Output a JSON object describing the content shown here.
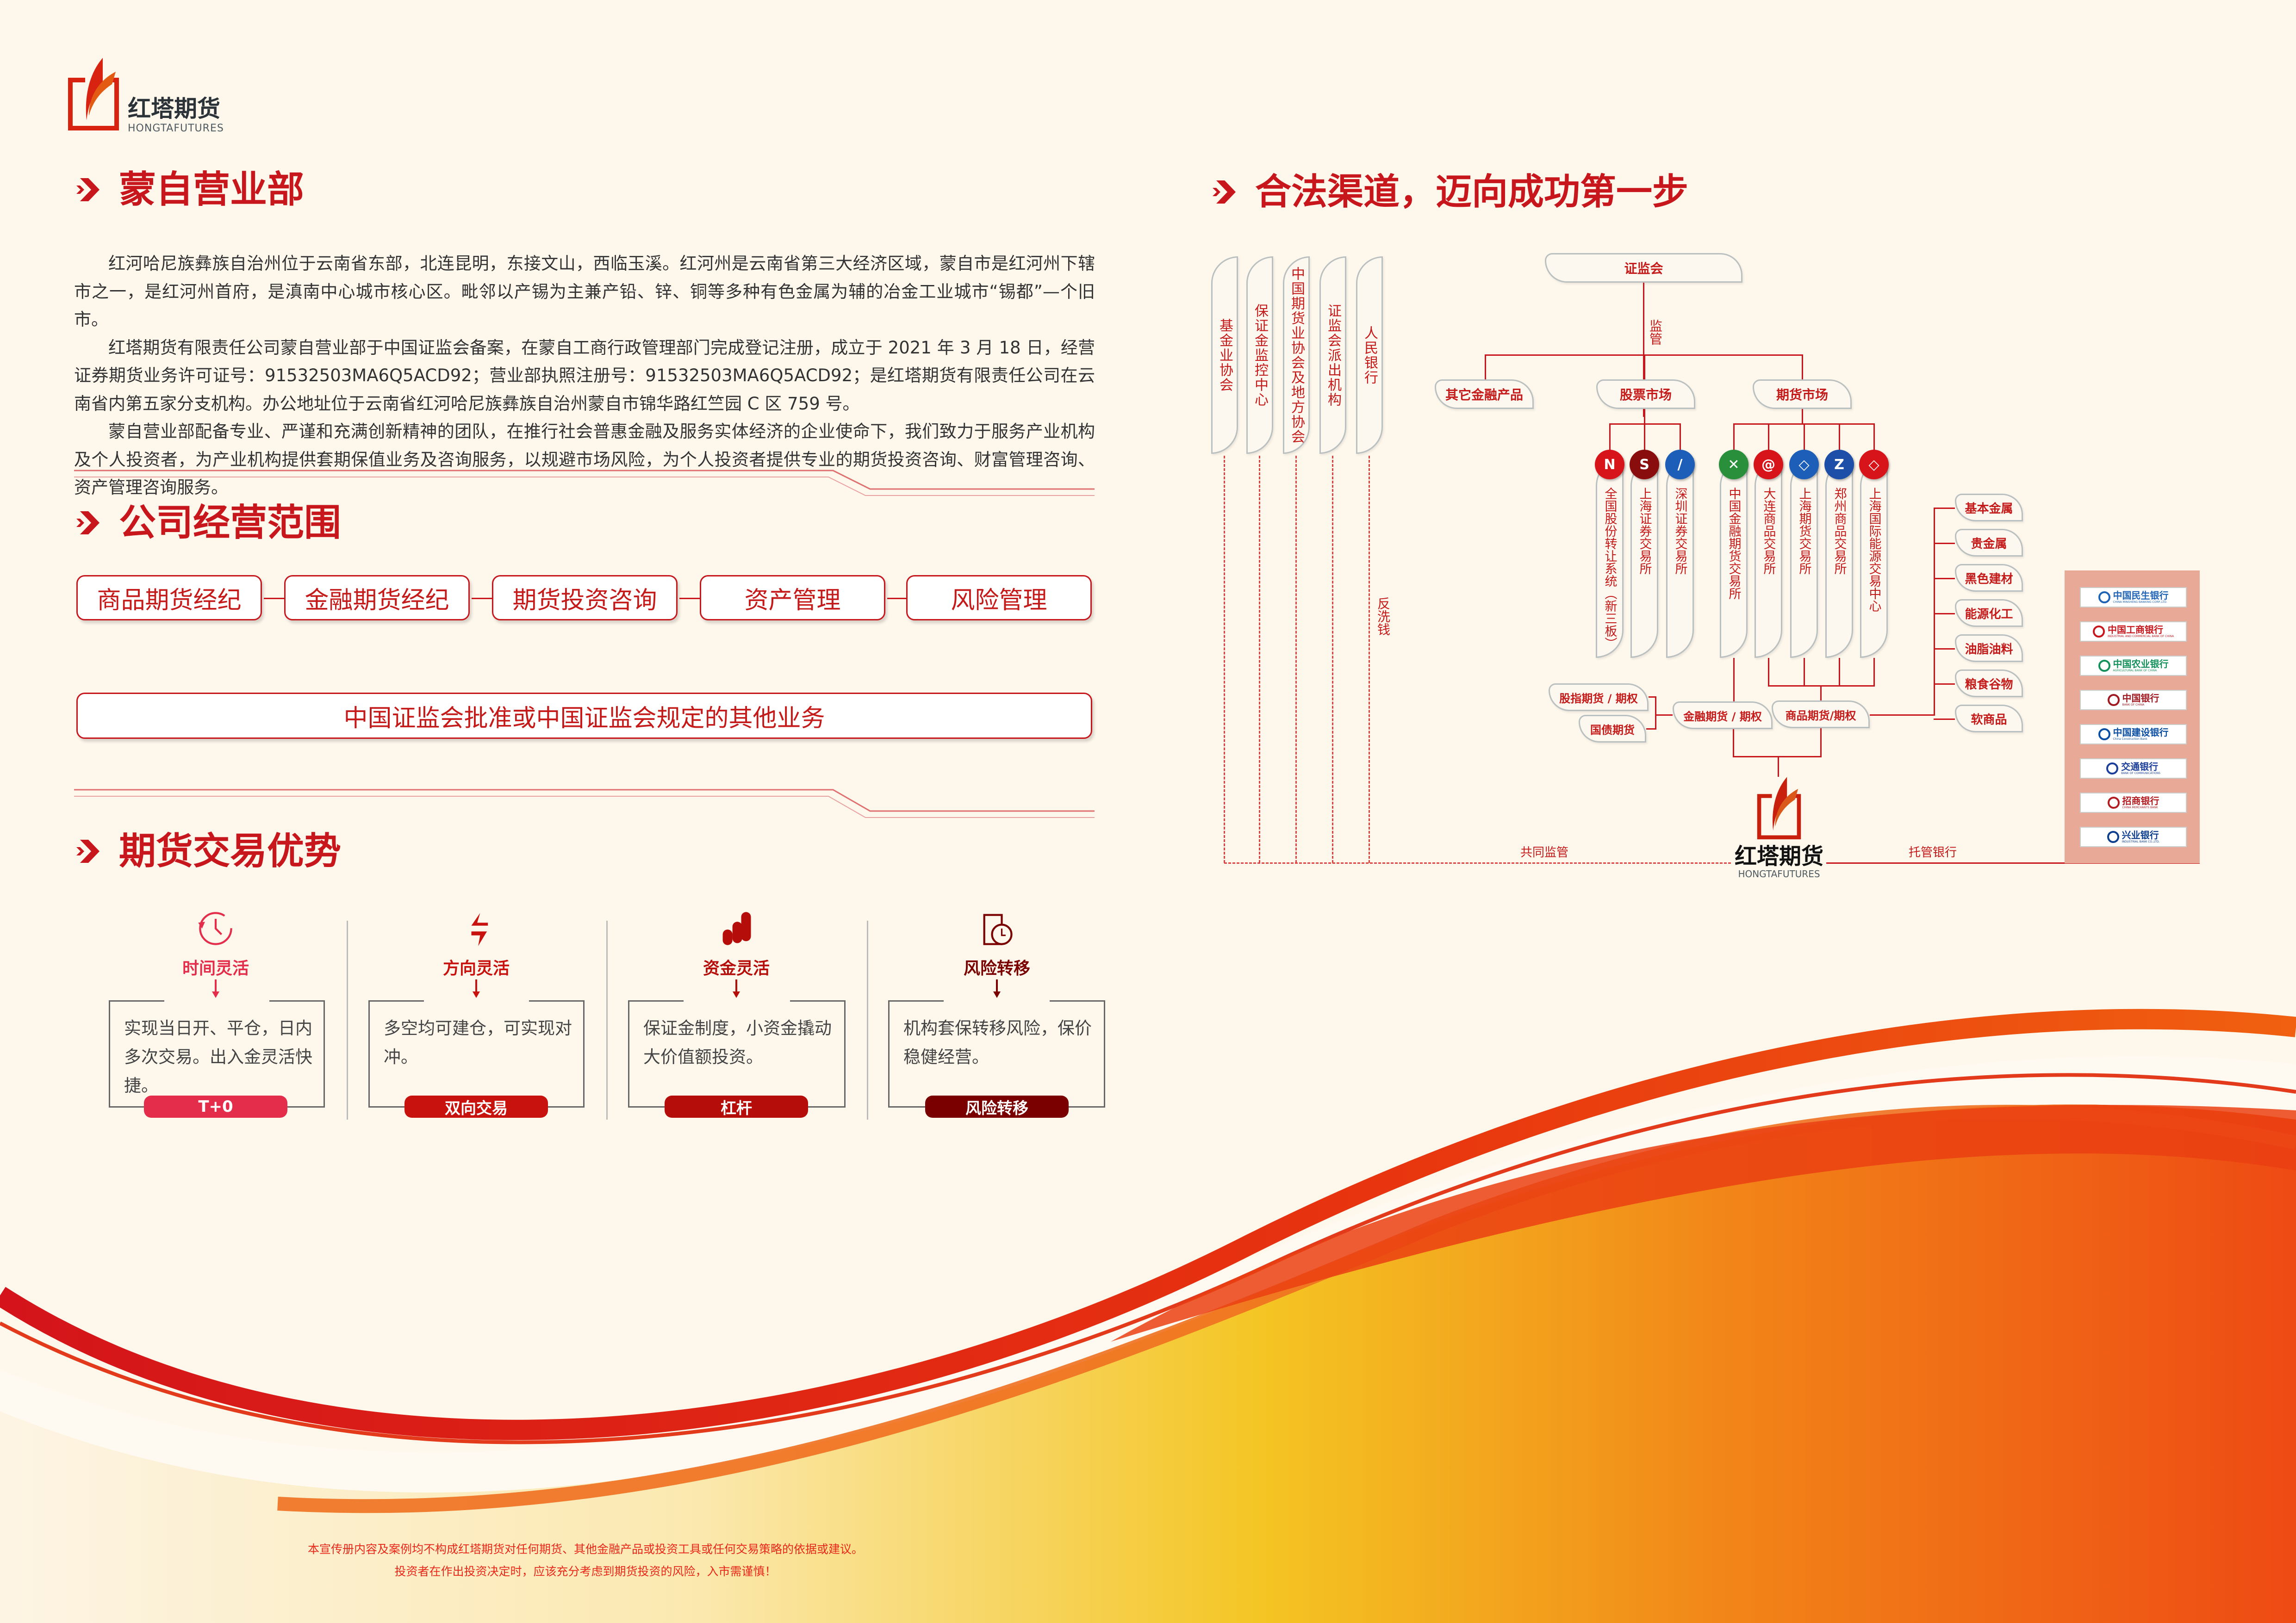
{
  "brand": {
    "name_zh": "红塔期货",
    "name_en": "HONGTAFUTURES",
    "red": "#c8161d",
    "orange": "#e35a13"
  },
  "branch": {
    "title": "蒙自营业部",
    "paragraphs": [
      "红河哈尼族彝族自治州位于云南省东部，北连昆明，东接文山，西临玉溪。红河州是云南省第三大经济区域，蒙自市是红河州下辖市之一，是红河州首府，是滇南中心城市核心区。毗邻以产锡为主兼产铅、锌、铜等多种有色金属为辅的冶金工业城市“锡都”—个旧市。",
      "红塔期货有限责任公司蒙自营业部于中国证监会备案，在蒙自工商行政管理部门完成登记注册，成立于 2021 年 3 月 18 日，经营证券期货业务许可证号：91532503MA6Q5ACD92；营业部执照注册号：91532503MA6Q5ACD92；是红塔期货有限责任公司在云南省内第五家分支机构。办公地址位于云南省红河哈尼族彝族自治州蒙自市锦华路红竺园 C 区 759 号。",
      "蒙自营业部配备专业、严谨和充满创新精神的团队，在推行社会普惠金融及服务实体经济的企业使命下，我们致力于服务产业机构及个人投资者，为产业机构提供套期保值业务及咨询服务，以规避市场风险，为个人投资者提供专业的期货投资咨询、财富管理咨询、资产管理咨询服务。"
    ]
  },
  "scope": {
    "title": "公司经营范围",
    "items": [
      "商品期货经纪",
      "金融期货经纪",
      "期货投资咨询",
      "资产管理",
      "风险管理"
    ],
    "other": "中国证监会批准或中国证监会规定的其他业务"
  },
  "advantages": {
    "title": "期货交易优势",
    "items": [
      {
        "icon": "clock-icon",
        "title": "时间灵活",
        "text": "实现当日开、平仓，日内多次交易。出入金灵活快捷。",
        "badge": "T+0",
        "color": "#e42d4a"
      },
      {
        "icon": "two-way-arrows-icon",
        "title": "方向灵活",
        "text": "多空均可建仓，可实现对冲。",
        "badge": "双向交易",
        "color": "#c8120e"
      },
      {
        "icon": "coins-stack-icon",
        "title": "资金灵活",
        "text": "保证金制度，小资金撬动大价值额投资。",
        "badge": "杠杆",
        "color": "#b50e0a"
      },
      {
        "icon": "calendar-clock-icon",
        "title": "风险转移",
        "text": "机构套保转移风险，保价稳健经营。",
        "badge": "风险转移",
        "color": "#7a0000"
      }
    ]
  },
  "channel": {
    "title": "合法渠道，迈向成功第一步",
    "left_orgs": [
      "基金业协会",
      "保证金监控中心",
      "中国期货业协会及地方协会",
      "证监会派出机构",
      "人民银行"
    ],
    "anti_money_laundering": "反洗钱",
    "csrc": "证监会",
    "supervise": "监管",
    "markets": [
      "其它金融产品",
      "股票市场",
      "期货市场"
    ],
    "stock_exchanges": [
      {
        "name": "全国股份转让系统（新三板）",
        "logo": "neeq-logo",
        "color": "#d7141a",
        "mark": "N"
      },
      {
        "name": "上海证券交易所",
        "logo": "sse-logo",
        "color": "#8a0d0d",
        "mark": "S"
      },
      {
        "name": "深圳证券交易所",
        "logo": "szse-logo",
        "color": "#1d5fb8",
        "mark": "/"
      }
    ],
    "futures_exchanges": [
      {
        "name": "中国金融期货交易所",
        "logo": "cffex-logo",
        "color": "#2a8f3a",
        "mark": "✕"
      },
      {
        "name": "大连商品交易所",
        "logo": "dce-logo",
        "color": "#d7141a",
        "mark": "@"
      },
      {
        "name": "上海期货交易所",
        "logo": "shfe-logo",
        "color": "#1d5fb8",
        "mark": "◇"
      },
      {
        "name": "郑州商品交易所",
        "logo": "czce-logo",
        "color": "#1d4fa8",
        "mark": "Z"
      },
      {
        "name": "上海国际能源交易中心",
        "logo": "ine-logo",
        "color": "#d7141a",
        "mark": "◇"
      }
    ],
    "products": {
      "stock_index": "股指期货 / 期权",
      "treasury": "国债期货",
      "financial": "金融期货 / 期权",
      "commodity": "商品期货/期权"
    },
    "commodities": [
      "基本金属",
      "贵金属",
      "黑色建材",
      "能源化工",
      "油脂油料",
      "粮食谷物",
      "软商品"
    ],
    "joint_supervision": "共同监管",
    "custodian_bank": "托管银行",
    "banks": [
      {
        "zh": "中国民生银行",
        "en": "CHINA MINSHENG BANKING CORP.,LTD.",
        "color": "#1e63b5"
      },
      {
        "zh": "中国工商银行",
        "en": "INDUSTRIAL AND COMMERCIAL BANK OF CHINA",
        "color": "#c8161d"
      },
      {
        "zh": "中国农业银行",
        "en": "AGRICULTURAL BANK OF CHINA",
        "color": "#14915a"
      },
      {
        "zh": "中国银行",
        "en": "BANK OF CHINA",
        "color": "#a01820"
      },
      {
        "zh": "中国建设银行",
        "en": "China Construction Bank",
        "color": "#0a4ea3"
      },
      {
        "zh": "交通银行",
        "en": "BANK OF COMMUNICATIONS",
        "color": "#1b3f9a"
      },
      {
        "zh": "招商银行",
        "en": "CHINA MERCHANTS BANK",
        "color": "#b31b20"
      },
      {
        "zh": "兴业银行",
        "en": "INDUSTRIAL BANK CO.,LTD.",
        "color": "#0c3d8f"
      }
    ]
  },
  "disclaimer": [
    "本宣传册内容及案例均不构成红塔期货对任何期货、其他金融产品或投资工具或任何交易策略的依据或建议。",
    "投资者在作出投资决定时，应该充分考虑到期货投资的风险，入市需谨慎！"
  ]
}
